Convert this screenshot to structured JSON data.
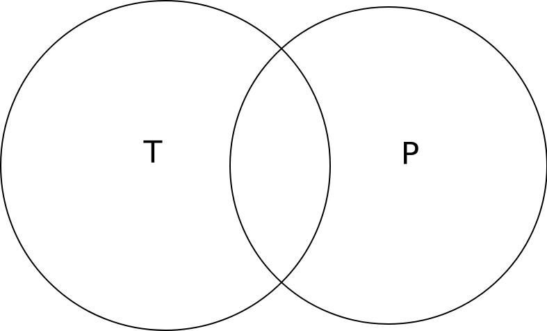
{
  "diagram": {
    "type": "venn",
    "sets": [
      {
        "label": "T"
      },
      {
        "label": "P"
      }
    ],
    "colors": {
      "stroke": "#000000",
      "background": "#ffffff"
    }
  }
}
